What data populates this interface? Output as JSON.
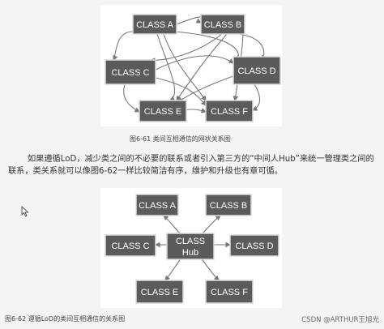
{
  "figure1": {
    "caption": "图6-61 类间互相通信的网状关系图",
    "classes": {
      "a": "CLASS A",
      "b": "CLASS B",
      "c": "CLASS C",
      "d": "CLASS D",
      "e": "CLASS E",
      "f": "CLASS F"
    }
  },
  "paragraph": "如果遵循LoD，减少类之间的不必要的联系或者引入第三方的“中间人Hub”来统一管理类之间的联系，类关系就可以像图6-62一样比较简洁有序，维护和升级也有章可循。",
  "figure2": {
    "caption": "图6-62 遵循LoD的类间互相通信的关系图",
    "classes": {
      "a": "CLASS A",
      "b": "CLASS B",
      "c": "CLASS C",
      "d": "CLASS D",
      "e": "CLASS E",
      "f": "CLASS F",
      "hub_line1": "CLASS",
      "hub_line2": "Hub"
    }
  },
  "watermark": "CSDN @ARTHUR王旭光"
}
